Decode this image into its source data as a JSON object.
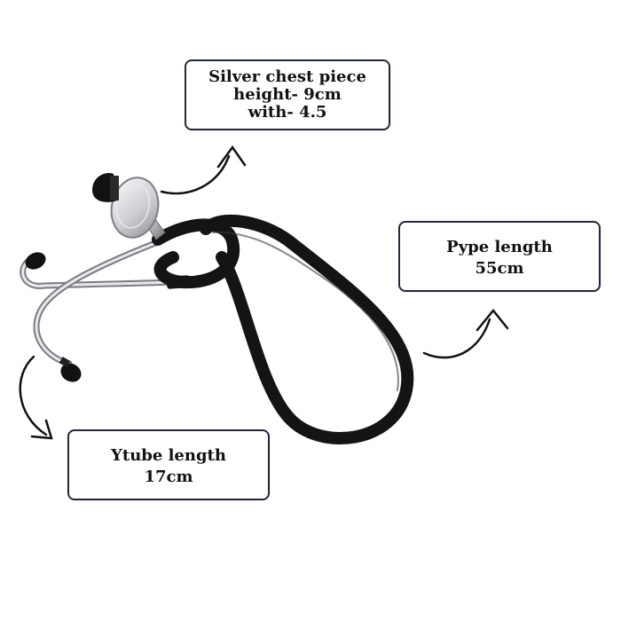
{
  "labels": {
    "chest_piece": {
      "line1": "Silver chest piece",
      "line2": "height- 9cm",
      "line3": "with- 4.5"
    },
    "pype": {
      "line1": "Pype length",
      "line2": "55cm"
    },
    "ytube": {
      "line1": "Ytube length",
      "line2": "17cm"
    }
  },
  "colors": {
    "tube": "#141414",
    "metal": "#c4c4c8",
    "box_border": "#23273a",
    "background": "#ffffff"
  },
  "icons": [
    "curved-arrow-icon",
    "stethoscope-illustration"
  ]
}
